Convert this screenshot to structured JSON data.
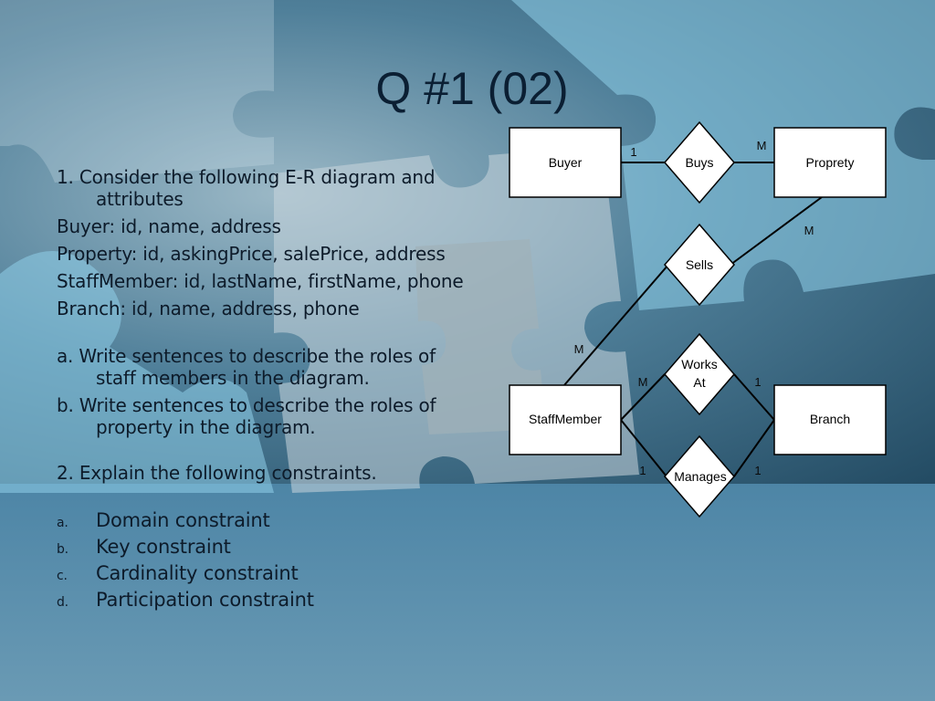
{
  "slide": {
    "title": "Q #1 (02)",
    "question1": {
      "intro": "1. Consider the following E-R diagram and attributes",
      "attributes": [
        "Buyer: id, name, address",
        "Property: id, askingPrice, salePrice, address",
        "StaffMember: id, lastName, firstName, phone",
        "Branch: id, name, address, phone"
      ],
      "tasks": [
        "a. Write sentences to describe the roles of staff members in the diagram.",
        "b. Write sentences to describe the roles of property in the diagram."
      ]
    },
    "question2": {
      "intro": "2. Explain the following constraints.",
      "items": [
        {
          "marker": "a.",
          "text": "Domain constraint"
        },
        {
          "marker": "b.",
          "text": "Key constraint"
        },
        {
          "marker": "c.",
          "text": "Cardinality constraint"
        },
        {
          "marker": "d.",
          "text": "Participation constraint"
        }
      ]
    }
  },
  "diagram": {
    "entities": {
      "buyer": "Buyer",
      "property": "Proprety",
      "staff": "StaffMember",
      "branch": "Branch"
    },
    "relationships": {
      "buys": "Buys",
      "sells": "Sells",
      "works_at_line1": "Works",
      "works_at_line2": "At",
      "manages": "Manages"
    },
    "cardinalities": {
      "buys_buyer": "1",
      "buys_property": "M",
      "sells_property": "M",
      "sells_staff": "M",
      "works_staff": "M",
      "works_branch": "1",
      "manages_staff": "1",
      "manages_branch": "1"
    }
  },
  "colors": {
    "title": "#0b1f33",
    "text": "#0d1b2a",
    "entity_fill": "#ffffff",
    "line": "#000000"
  }
}
